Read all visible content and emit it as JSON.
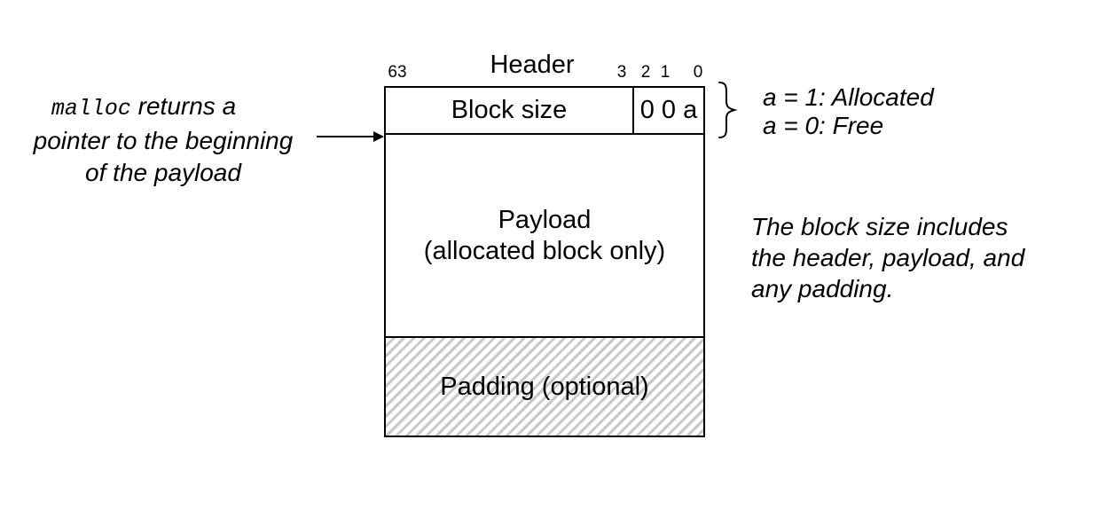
{
  "left_note": {
    "code": "malloc",
    "rest": " returns a",
    "line2": "pointer to the beginning",
    "line3": "of the payload"
  },
  "diagram": {
    "title": "Header",
    "bits": [
      "63",
      "3",
      "2",
      "1",
      "0"
    ],
    "block_size_label": "Block size",
    "flags_label": "0 0 a",
    "payload_line1": "Payload",
    "payload_line2": "(allocated block only)",
    "padding_label": "Padding (optional)"
  },
  "legend": {
    "allocated": "a = 1: Allocated",
    "free": "a = 0: Free"
  },
  "note_right": {
    "line1": "The block size includes",
    "line2": "the header, payload, and",
    "line3": "any padding."
  },
  "colors": {
    "ink": "#000000",
    "background": "#ffffff",
    "hatch": "#c8c8c8"
  }
}
